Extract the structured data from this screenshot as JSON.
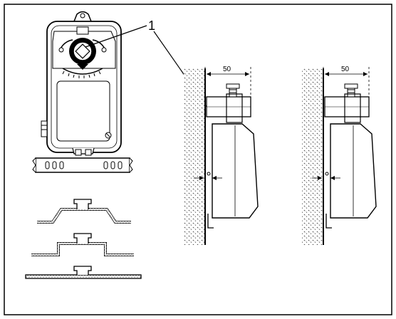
{
  "callout": {
    "number": "1"
  },
  "mounting_left": {
    "dimension": "50"
  },
  "mounting_right": {
    "dimension": "50"
  }
}
